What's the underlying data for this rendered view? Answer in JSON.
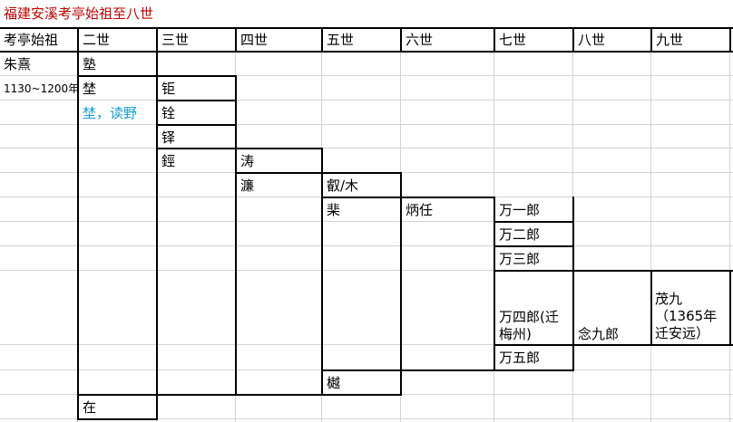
{
  "title": "福建安溪考亭始祖至八世",
  "colors": {
    "title": "#c00000",
    "note": "#1a9fd0",
    "grid": "#d4d4d4",
    "border": "#000000"
  },
  "headers": [
    "考亭始祖",
    "二世",
    "三世",
    "四世",
    "五世",
    "六世",
    "七世",
    "八世",
    "九世"
  ],
  "progenitor": {
    "name": "朱熹",
    "years": "1130~1200年"
  },
  "gen2": {
    "a": "塾",
    "b": "埜",
    "note": "埜，读野",
    "c": "在"
  },
  "gen3": {
    "a": "钜",
    "b": "铨",
    "c": "铎",
    "d": "鋞"
  },
  "gen4": {
    "a": "涛",
    "b": "濂"
  },
  "gen5": {
    "a": "叡/木",
    "b": "棐",
    "c": "樾"
  },
  "gen6": {
    "a": "炳任"
  },
  "gen7": {
    "a": "万一郎",
    "b": "万二郎",
    "c": "万三郎",
    "d": "万四郎(迁\n梅州)",
    "e": "万五郎"
  },
  "gen8": {
    "a": "念九郎"
  },
  "gen9": {
    "a": "茂九\n（1365年\n迁安远）"
  }
}
